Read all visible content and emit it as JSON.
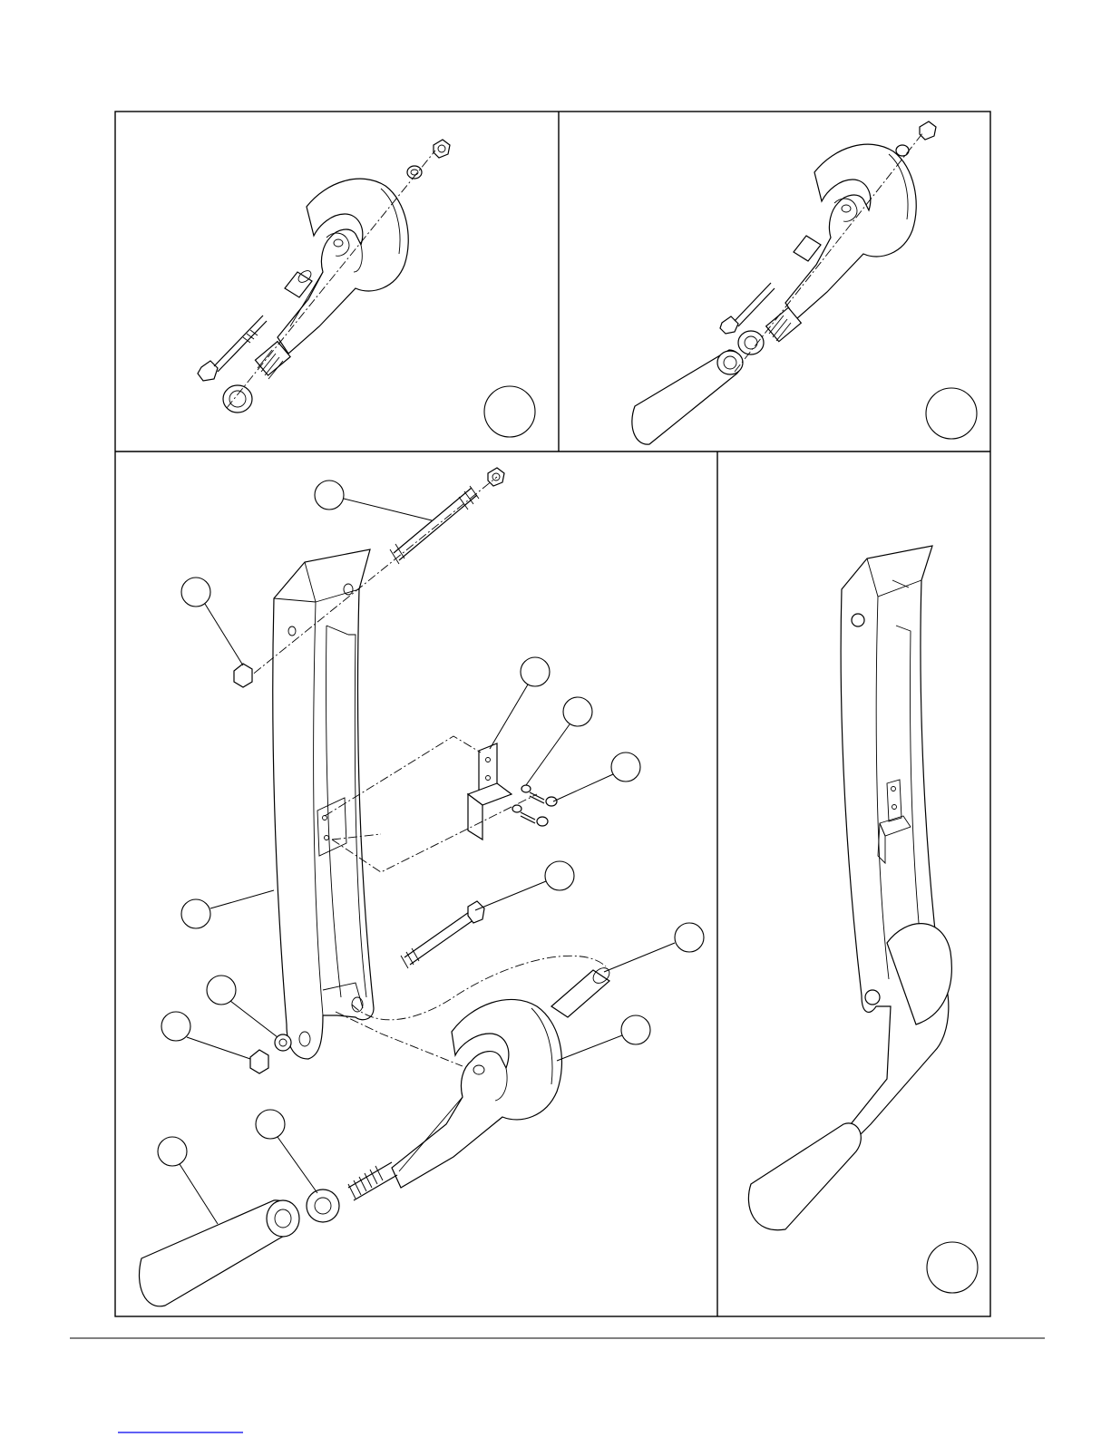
{
  "colors": {
    "ink": "#000000",
    "paper": "#ffffff",
    "link_underline": "#0000ee"
  },
  "panels": [
    {
      "id": "top-left-detail",
      "callouts": []
    },
    {
      "id": "top-right-detail",
      "callouts": []
    },
    {
      "id": "main-exploded-view",
      "callouts": []
    },
    {
      "id": "assembled-view",
      "callouts": []
    }
  ],
  "footer": {
    "link_text": ""
  }
}
